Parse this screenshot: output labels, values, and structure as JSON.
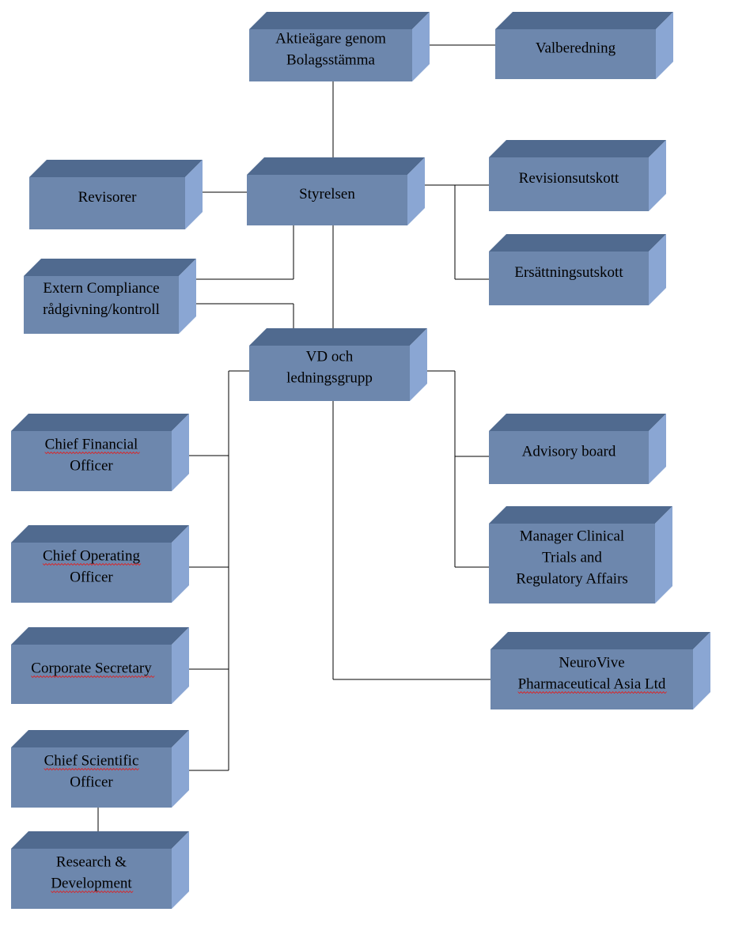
{
  "colors": {
    "box_front": "#6d87ad",
    "box_top": "#506a8f",
    "box_side": "#8aa6d3",
    "connector": "#000000",
    "text": "#000000",
    "spellcheck_underline": "#e02020"
  },
  "boxes": [
    {
      "id": "aktieagare",
      "lines": [
        "Aktieägare genom",
        "Bolagsstämma"
      ]
    },
    {
      "id": "valberedning",
      "lines": [
        "Valberedning"
      ]
    },
    {
      "id": "revisorer",
      "lines": [
        "Revisorer"
      ]
    },
    {
      "id": "styrelsen",
      "lines": [
        "Styrelsen"
      ]
    },
    {
      "id": "revisionsutskott",
      "lines": [
        "Revisionsutskott"
      ]
    },
    {
      "id": "ersattningsutskott",
      "lines": [
        "Ersättningsutskott"
      ]
    },
    {
      "id": "extern-compliance",
      "lines": [
        "Extern Compliance",
        "rådgivning/kontroll"
      ]
    },
    {
      "id": "vd",
      "lines": [
        "VD och",
        "ledningsgrupp"
      ]
    },
    {
      "id": "cfo",
      "lines": [
        "Chief Financial",
        "Officer"
      ]
    },
    {
      "id": "coo",
      "lines": [
        "Chief Operating",
        "Officer"
      ]
    },
    {
      "id": "corporate-secretary",
      "lines": [
        "Corporate Secretary"
      ]
    },
    {
      "id": "cso",
      "lines": [
        "Chief Scientific",
        "Officer"
      ]
    },
    {
      "id": "research-development",
      "lines": [
        "Research &",
        "Development"
      ]
    },
    {
      "id": "advisory-board",
      "lines": [
        "Advisory board"
      ]
    },
    {
      "id": "manager-clinical",
      "lines": [
        "Manager Clinical",
        "Trials and",
        "Regulatory Affairs"
      ]
    },
    {
      "id": "neurovive-asia",
      "lines": [
        "NeuroVive",
        "Pharmaceutical Asia Ltd"
      ]
    }
  ]
}
